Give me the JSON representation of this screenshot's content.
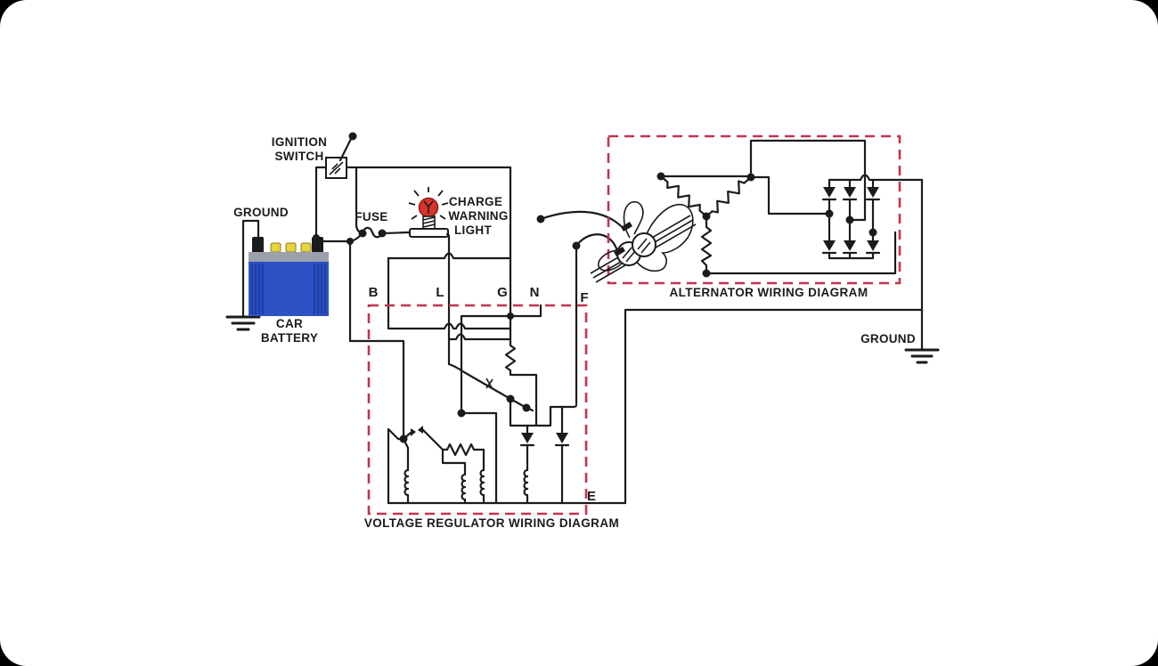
{
  "diagram": {
    "kind": "automotive charging system wiring diagram",
    "battery": {
      "ground_label": "GROUND",
      "label_line1": "CAR",
      "label_line2": "BATTERY"
    },
    "ignition_switch": {
      "label_line1": "IGNITION",
      "label_line2": "SWITCH"
    },
    "fuse": {
      "label": "FUSE"
    },
    "warning_light": {
      "label_line1": "CHARGE",
      "label_line2": "WARNING",
      "label_line3": "LIGHT"
    },
    "terminals": {
      "b": "B",
      "l": "L",
      "g": "G",
      "n": "N",
      "f": "F",
      "e": "E"
    },
    "regulator": {
      "title": "VOLTAGE REGULATOR WIRING DIAGRAM"
    },
    "alternator": {
      "title": "ALTERNATOR WIRING DIAGRAM",
      "ground_label": "GROUND"
    },
    "colors": {
      "wire": "#1b1b1b",
      "dashed_box": "#c2344f",
      "bulb_red": "#d7352b",
      "battery_body": "#2e52c4",
      "battery_stripe": "#1f3da6",
      "battery_top": "#9aa1ab",
      "cap_yellow": "#e7d23f",
      "post_black": "#1b1b1b",
      "background": "#ffffff",
      "frame": "#000000"
    }
  }
}
